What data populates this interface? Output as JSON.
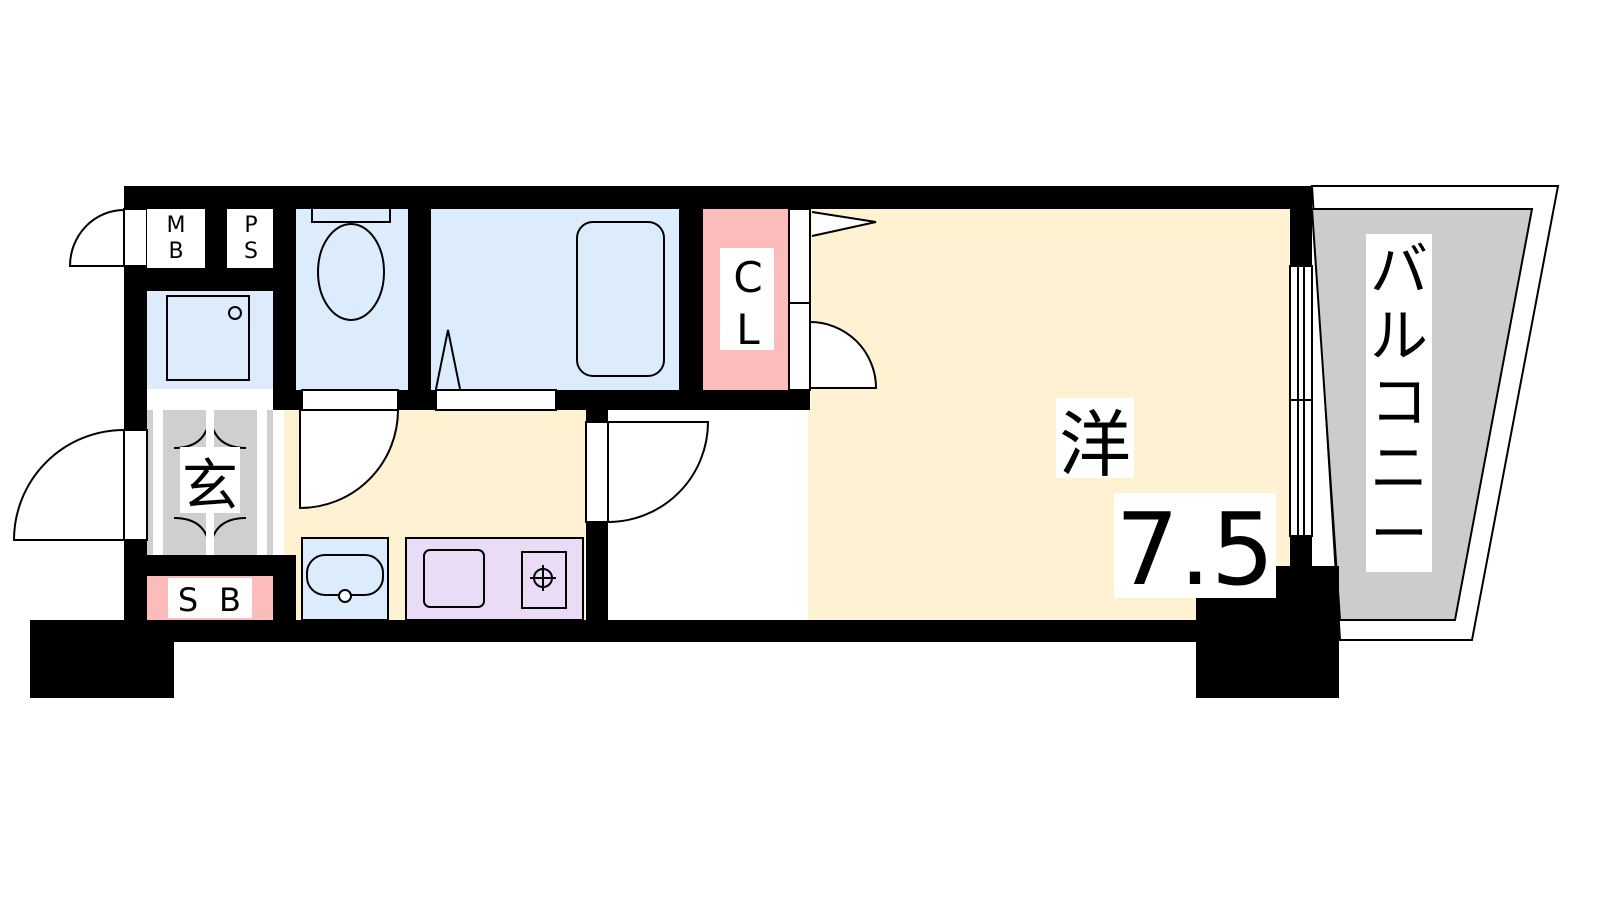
{
  "rooms": {
    "western_room": {
      "label": "洋",
      "size": "7.5"
    },
    "balcony": {
      "label": "バルコニー",
      "chars": [
        "バ",
        "ル",
        "コ",
        "ニ",
        "ー"
      ]
    },
    "entrance": {
      "label": "玄"
    },
    "closet": {
      "label": "CL",
      "chars": [
        "C",
        "L"
      ]
    },
    "shoe_box": {
      "label": "SB",
      "chars": [
        "S",
        "B"
      ]
    },
    "meter_box": {
      "label": "MB",
      "chars": [
        "M",
        "B"
      ]
    },
    "pipe_space": {
      "label": "PS",
      "chars": [
        "P",
        "S"
      ]
    }
  },
  "colors": {
    "wall": "#000000",
    "room_fill": "#fff2d2",
    "wet_area": "#dcecfc",
    "closet": "#fcbcbc",
    "kitchen": "#eadcf6",
    "balcony": "#cccccc",
    "entrance": "#cfcfcf"
  }
}
